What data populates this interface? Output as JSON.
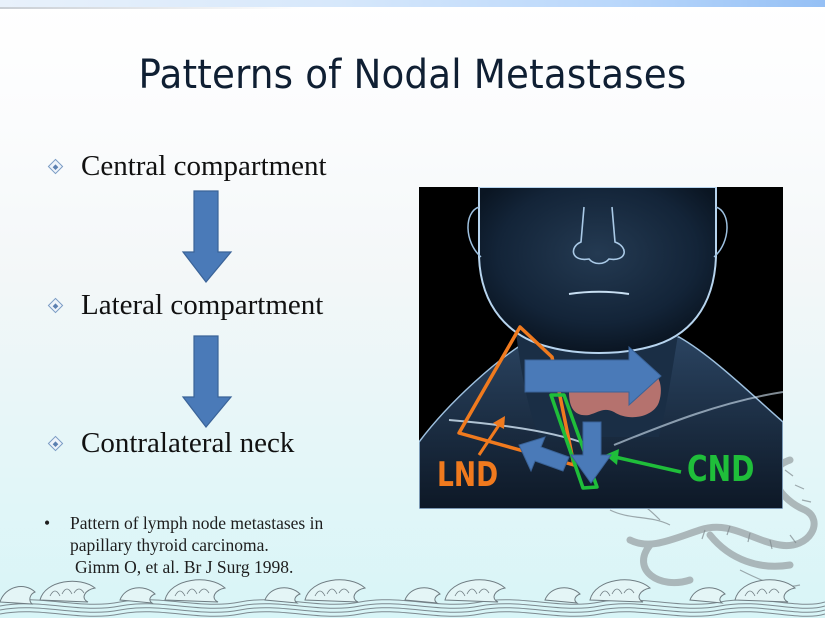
{
  "slide": {
    "title": "Patterns of Nodal Metastases",
    "bullets": [
      {
        "label": "Central compartment",
        "icon": "diamond-bullet-icon"
      },
      {
        "label": "Lateral compartment",
        "icon": "diamond-bullet-icon"
      },
      {
        "label": "Contralateral neck",
        "icon": "diamond-bullet-icon"
      }
    ],
    "flow_arrows": [
      {
        "from": "Central compartment",
        "to": "Lateral compartment",
        "color": "#4a7ab8"
      },
      {
        "from": "Lateral compartment",
        "to": "Contralateral neck",
        "color": "#4a7ab8"
      }
    ],
    "footnote": {
      "bullet": "•",
      "line1": "Pattern of lymph node metastases in",
      "line2": "papillary thyroid carcinoma.",
      "citation": "Gimm O,  et al. Br J Surg 1998."
    }
  },
  "figure": {
    "description": "Neck anatomy illustration with dissection regions",
    "labels": {
      "lnd": "LND",
      "cnd": "CND"
    },
    "colors": {
      "lnd": "#f07a1e",
      "cnd": "#1fbe3a",
      "arrow": "#4a7ab8",
      "background": "#000000",
      "thyroid": "#c77a72"
    }
  },
  "theme": {
    "title_color": "#0f1f33",
    "topbar_color": "#95c0f5"
  }
}
